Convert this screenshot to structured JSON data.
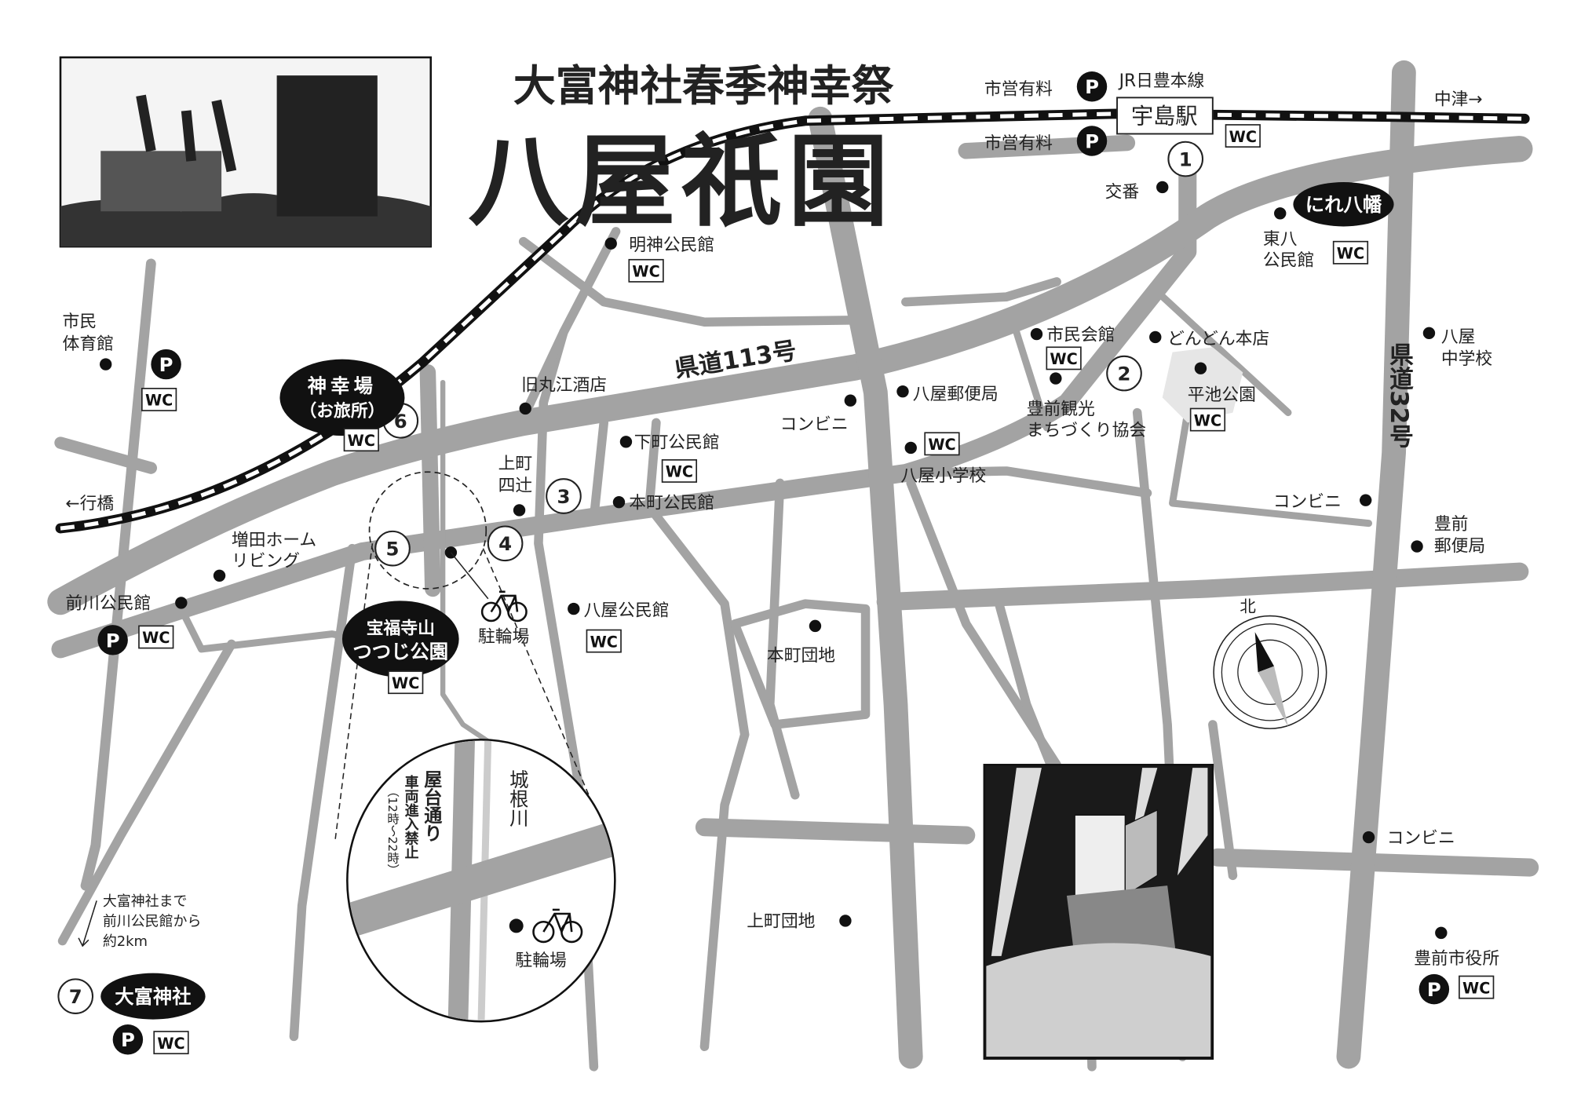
{
  "title": {
    "subtitle": "大富神社春季神幸祭",
    "main": "八屋祇園"
  },
  "icons": {
    "parking": "P",
    "wc": "WC"
  },
  "rail": {
    "line": "JR日豊本線",
    "station": "宇島駅",
    "to_east": "中津→",
    "to_west": "←行橋"
  },
  "roads": {
    "r113": "県道113号",
    "r32": "県道32号"
  },
  "parking_paid": "市営有料",
  "points": [
    {
      "num": "1"
    },
    {
      "num": "2"
    },
    {
      "num": "3"
    },
    {
      "num": "4"
    },
    {
      "num": "5"
    },
    {
      "num": "6",
      "name": "神幸場",
      "sub": "（お旅所）"
    },
    {
      "num": "7",
      "name": "大富神社"
    }
  ],
  "landmarks": {
    "koban": "交番",
    "nire": "にれ八幡",
    "higashi_hachi": [
      "東八",
      "公民館"
    ],
    "myojin": "明神公民館",
    "shimin_taiiku": [
      "市民",
      "体育館"
    ],
    "kyu_marue": "旧丸江酒店",
    "kamimachi_yotsutsuji": [
      "上町",
      "四辻"
    ],
    "shimomachi": "下町公民館",
    "honmachi": "本町公民館",
    "masuda": [
      "増田ホーム",
      "リビング"
    ],
    "maekawa": "前川公民館",
    "hofukuji": [
      "宝福寺山",
      "つつじ公園"
    ],
    "churinjo": "駐輪場",
    "hachiya_komin": "八屋公民館",
    "konbini": "コンビニ",
    "yubin": "八屋郵便局",
    "shogakko": "八屋小学校",
    "shimin_kaikan": "市民会館",
    "dondon": "どんどん本店",
    "kanko": [
      "豊前観光",
      "まちづくり協会"
    ],
    "hiraike": "平池公園",
    "chugakko": [
      "八屋",
      "中学校"
    ],
    "buzen_yubin": [
      "豊前",
      "郵便局"
    ],
    "honmachi_danchi": "本町団地",
    "kamimachi_danchi": "上町団地",
    "shiyakusho": "豊前市役所"
  },
  "note": [
    "大富神社まで",
    "前川公民館から",
    "約2km"
  ],
  "inset": {
    "street": "屋台通り",
    "restriction": "車両進入禁止",
    "hours": "（12時～22時）",
    "river": "城根川",
    "churinjo": "駐輪場"
  },
  "compass": {
    "north": "北"
  }
}
